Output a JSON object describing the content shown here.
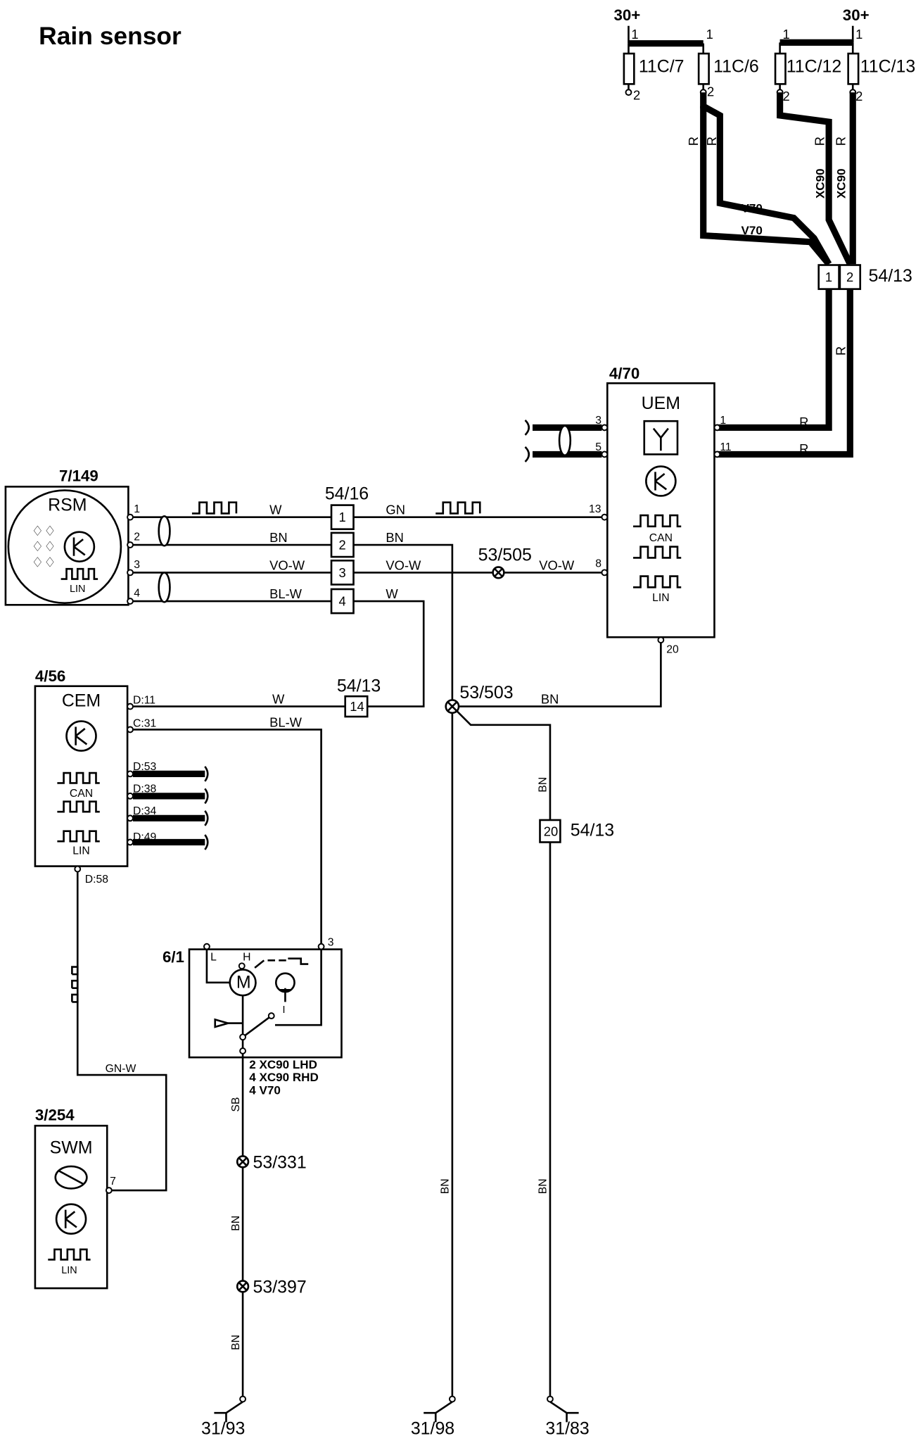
{
  "title": "Rain sensor",
  "supply": {
    "left": "30+",
    "right": "30+"
  },
  "fuses": [
    "11C/7",
    "11C/6",
    "11C/12",
    "11C/13"
  ],
  "connectors": {
    "c5413": "54/13",
    "c5416": "54/16",
    "pins_5416": [
      "1",
      "2",
      "3",
      "4"
    ],
    "pins_5413_top": [
      "1",
      "2"
    ],
    "pin_14": "14",
    "pin_20": "20"
  },
  "splices": [
    "53/505",
    "53/503",
    "53/331",
    "53/397"
  ],
  "grounds": [
    "31/93",
    "31/98",
    "31/83"
  ],
  "components": {
    "rsm": {
      "ref": "7/149",
      "name": "RSM",
      "bus": "LIN"
    },
    "uem": {
      "ref": "4/70",
      "name": "UEM",
      "bus": [
        "CAN",
        "LIN"
      ]
    },
    "cem": {
      "ref": "4/56",
      "name": "CEM",
      "bus": [
        "CAN",
        "LIN"
      ]
    },
    "wiper": {
      "ref": "6/1",
      "pins": [
        "L",
        "H",
        "3"
      ],
      "variants": [
        "2 XC90 LHD",
        "4 XC90 RHD",
        "4 V70"
      ]
    },
    "swm": {
      "ref": "3/254",
      "name": "SWM",
      "bus": "LIN",
      "pin": "7"
    }
  },
  "wire_colors": [
    "R",
    "W",
    "GN",
    "BN",
    "VO-W",
    "BL-W",
    "GN-W",
    "SB"
  ],
  "variants": [
    "V70",
    "XC90"
  ],
  "pin_labels": {
    "rsm": [
      "1",
      "2",
      "3",
      "4"
    ],
    "uem": [
      "3",
      "5",
      "1",
      "11",
      "13",
      "8",
      "20"
    ],
    "cem": [
      "D:11",
      "C:31",
      "D:53",
      "D:38",
      "D:34",
      "D:49",
      "D:58"
    ],
    "fuse": [
      "1",
      "2"
    ]
  }
}
